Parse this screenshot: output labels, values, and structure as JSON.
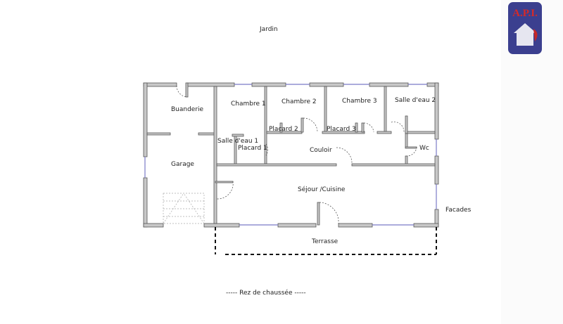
{
  "plan": {
    "title": "----- Rez de chaussée -----",
    "outside": {
      "garden": "Jardin",
      "facades": "Facades",
      "terrace": "Terrasse"
    },
    "rooms": [
      {
        "name": "Buanderie"
      },
      {
        "name": "Garage"
      },
      {
        "name": "Chambre 1"
      },
      {
        "name": "Chambre 2"
      },
      {
        "name": "Chambre 3"
      },
      {
        "name": "Salle d'eau 2"
      },
      {
        "name": "Salle d'eau 1"
      },
      {
        "name": "Placard 1"
      },
      {
        "name": "Placard 2"
      },
      {
        "name": "Placard 3"
      },
      {
        "name": "Couloir"
      },
      {
        "name": "Wc"
      },
      {
        "name": "Séjour /Cuisine"
      }
    ],
    "colors": {
      "wall": "#c8c8c8",
      "wall_edge": "#555555",
      "window": "#7a7ac8"
    }
  },
  "logo": {
    "text": "A.P.I.",
    "bg": "#3b3f8f",
    "text_color": "#d42a2a"
  }
}
